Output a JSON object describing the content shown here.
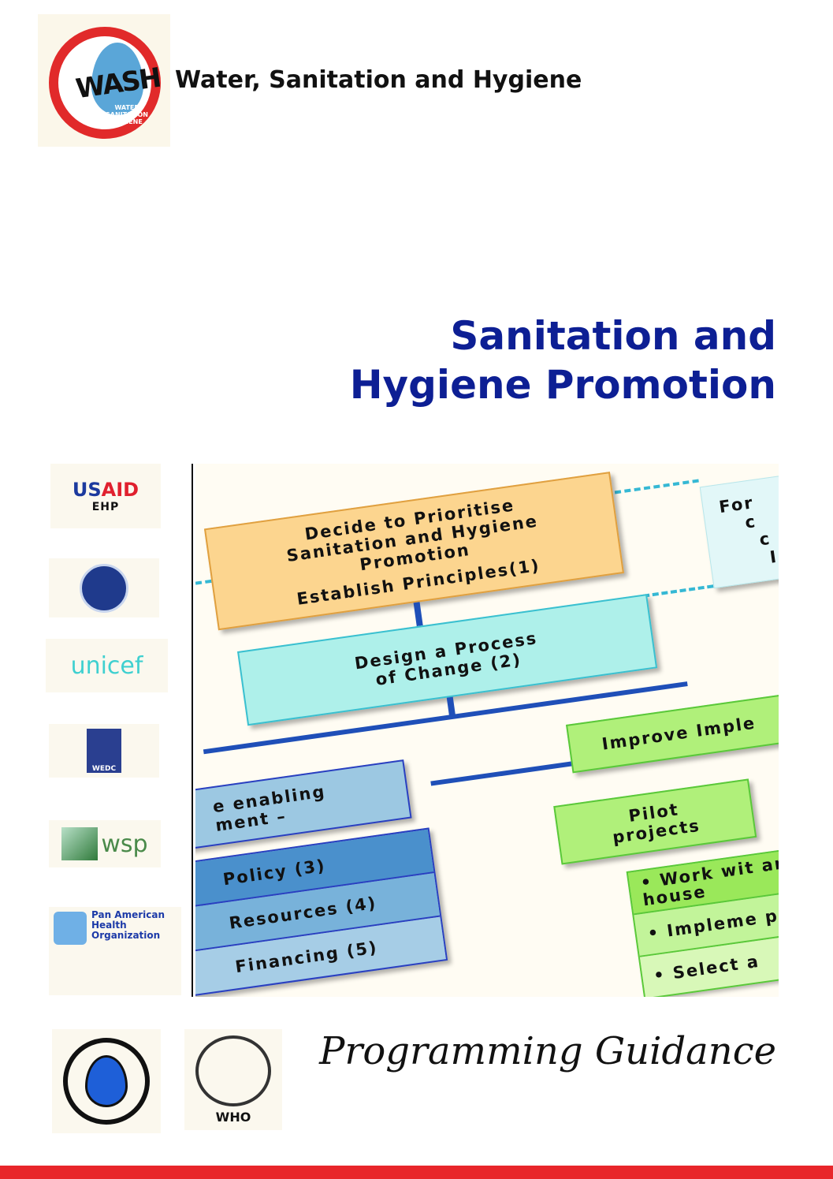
{
  "header": {
    "logo_text": "WASH",
    "logo_subtext": "WATER SANITATION HYGIENE",
    "title": "Water, Sanitation and Hygiene"
  },
  "main_title": {
    "line1": "Sanitation and",
    "line2": "Hygiene Promotion"
  },
  "subtitle": "Programming Guidance",
  "sponsors": {
    "usaid": {
      "us": "US",
      "aid": "AID",
      "sub": "EHP"
    },
    "unicef": "unicef",
    "wedc": "WEDC",
    "wsp": "wsp",
    "paho": "Pan American Health Organization",
    "who": "WHO"
  },
  "diagram": {
    "box1": [
      "Decide to Prioritise",
      "Sanitation and Hygiene",
      "Promotion",
      "Establish Principles(1)"
    ],
    "box_right": [
      "For",
      "c",
      "c",
      "I"
    ],
    "box2": [
      "Design a Process",
      "of Change (2)"
    ],
    "improve": "Improve Imple",
    "enabling": [
      "e enabling",
      "ment –"
    ],
    "pilot": [
      "Pilot",
      "projects"
    ],
    "stack": [
      "Policy (3)",
      "Resources (4)",
      "Financing (5)"
    ],
    "green_stack": [
      "•  Work wit and house",
      "•  Impleme promotio",
      "•  Select a"
    ]
  },
  "colors": {
    "title_blue": "#0d1f94",
    "bottom_bar": "#e8262a"
  }
}
